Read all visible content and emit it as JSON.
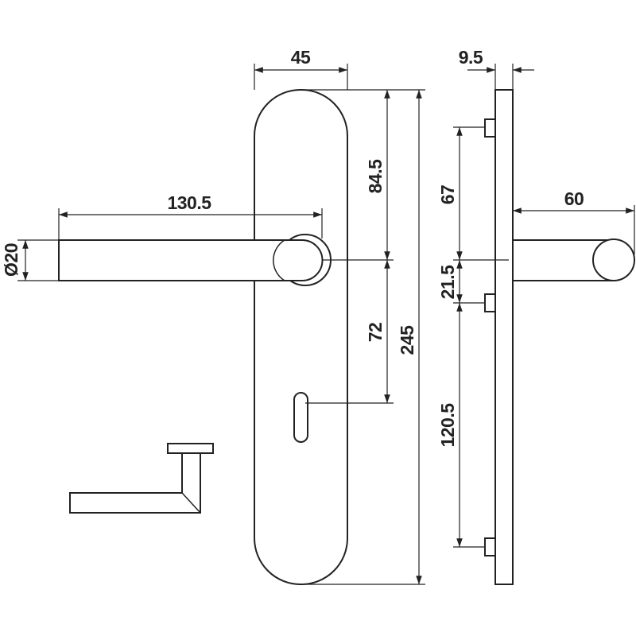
{
  "drawing": {
    "type": "lever handle on backplate - technical drawing",
    "units": "mm",
    "line_color": "#222222",
    "dimensions": {
      "plate_width": "45",
      "lever_length": "130.5",
      "lever_diameter": "Ø20",
      "top_to_handle_center": "84.5",
      "handle_to_keyhole": "72",
      "plate_height": "245",
      "plate_thickness": "9.5",
      "projection": "60",
      "stud_top_to_center": "67",
      "center_to_stud_mid": "21.5",
      "stud_mid_to_bottom": "120.5"
    }
  }
}
